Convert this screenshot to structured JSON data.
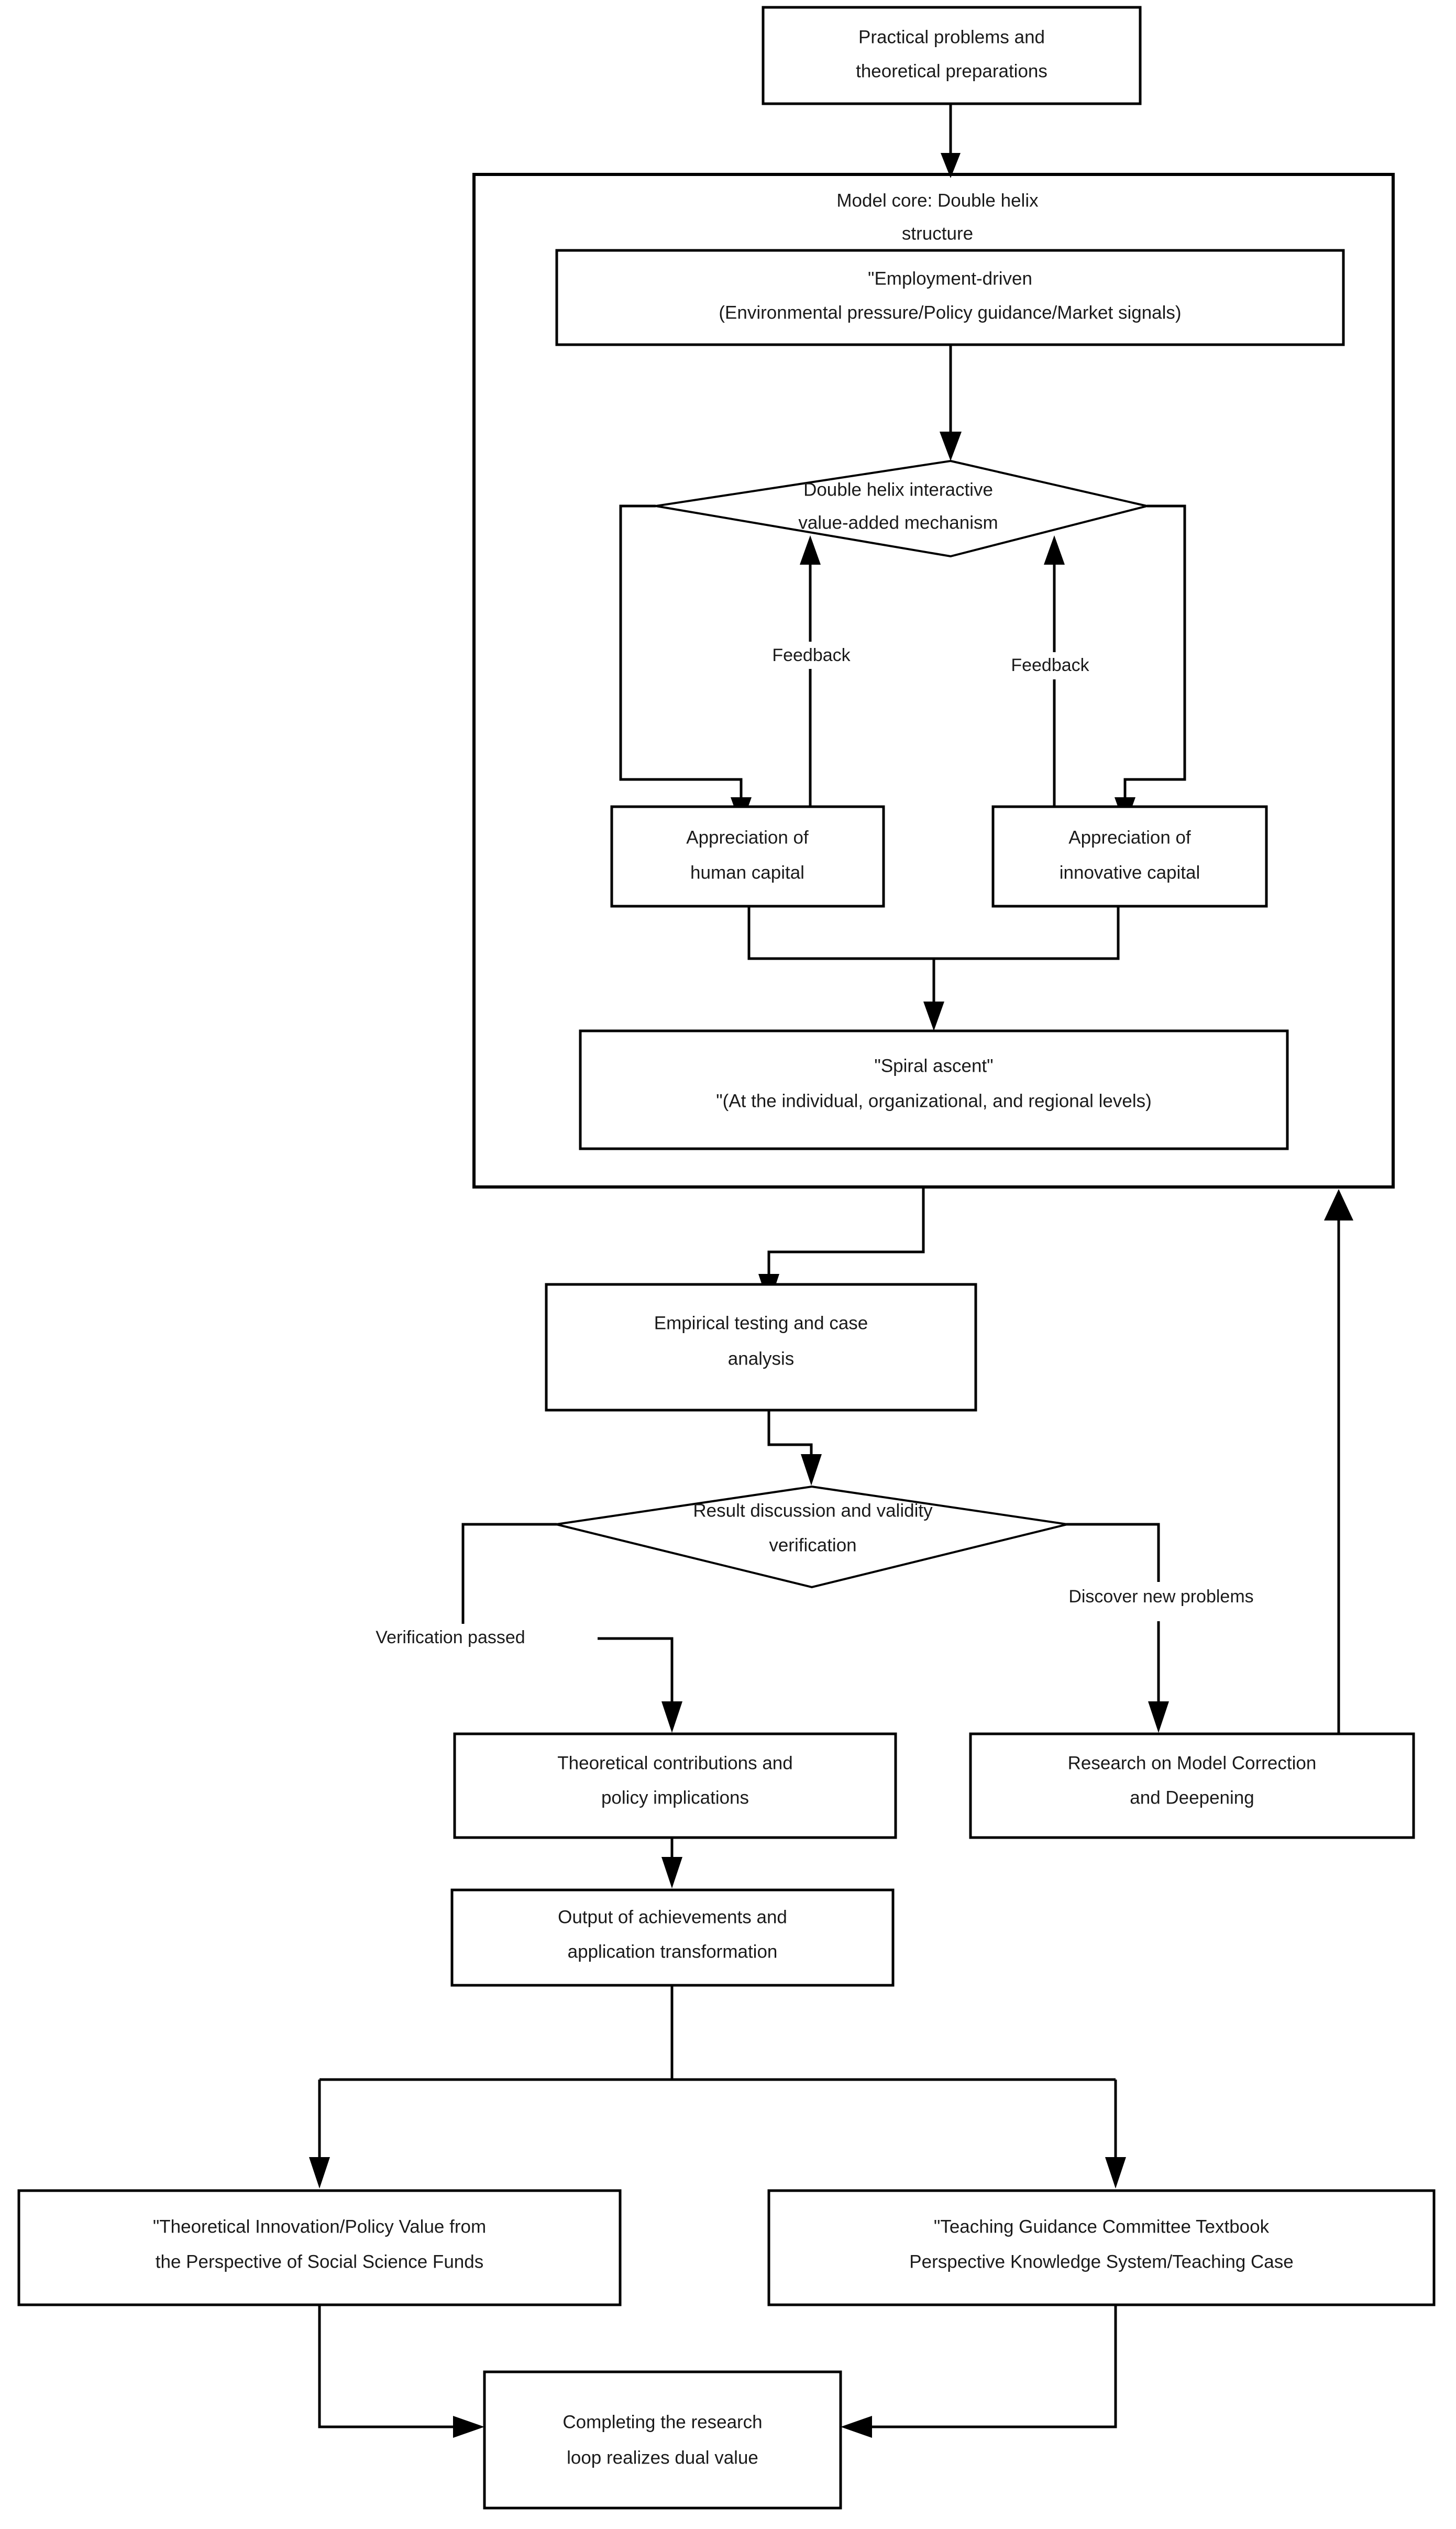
{
  "diagram": {
    "title": "Research model flowchart: employment-driven double helix structure",
    "background_color": "#ffffff",
    "stroke_color": "#000000",
    "text_color": "#1a1a1a"
  },
  "nodes": {
    "start": {
      "shape": "rectangle",
      "lines": [
        "Practical problems and",
        "theoretical preparations"
      ]
    },
    "model_core_container": {
      "shape": "container",
      "lines": [
        "Model core: Double helix",
        "structure"
      ]
    },
    "employment_driven": {
      "shape": "rectangle",
      "lines": [
        "\"Employment-driven",
        "(Environmental pressure/Policy guidance/Market signals)"
      ]
    },
    "helix_mechanism": {
      "shape": "diamond",
      "lines": [
        "Double helix interactive",
        "value-added mechanism"
      ]
    },
    "human_capital": {
      "shape": "rectangle",
      "lines": [
        "Appreciation of",
        "human capital"
      ]
    },
    "innovative_capital": {
      "shape": "rectangle",
      "lines": [
        "Appreciation of",
        "innovative capital"
      ]
    },
    "spiral_ascent": {
      "shape": "rectangle",
      "lines": [
        "\"Spiral ascent\"",
        "\"(At the individual, organizational, and regional levels)"
      ]
    },
    "empirical_testing": {
      "shape": "rectangle",
      "lines": [
        "Empirical testing and case",
        "analysis"
      ]
    },
    "result_verification": {
      "shape": "diamond",
      "lines": [
        "Result discussion and validity",
        "verification"
      ]
    },
    "theoretical_contributions": {
      "shape": "rectangle",
      "lines": [
        "Theoretical contributions and",
        "policy implications"
      ]
    },
    "model_correction": {
      "shape": "rectangle",
      "lines": [
        "Research on Model Correction",
        "and Deepening"
      ]
    },
    "output_achievements": {
      "shape": "rectangle",
      "lines": [
        "Output of achievements and",
        "application transformation"
      ]
    },
    "social_science_funds": {
      "shape": "rectangle",
      "lines": [
        "\"Theoretical Innovation/Policy Value from",
        "the Perspective of Social Science Funds"
      ]
    },
    "teaching_guidance": {
      "shape": "rectangle",
      "lines": [
        "\"Teaching Guidance Committee Textbook",
        "Perspective Knowledge System/Teaching Case"
      ]
    },
    "research_loop": {
      "shape": "rectangle",
      "lines": [
        "Completing the research",
        "loop realizes dual value"
      ]
    }
  },
  "edge_labels": {
    "feedback_left": "Feedback",
    "feedback_right": "Feedback",
    "discover_new_problems": "Discover new problems",
    "verification_passed": "Verification passed"
  }
}
